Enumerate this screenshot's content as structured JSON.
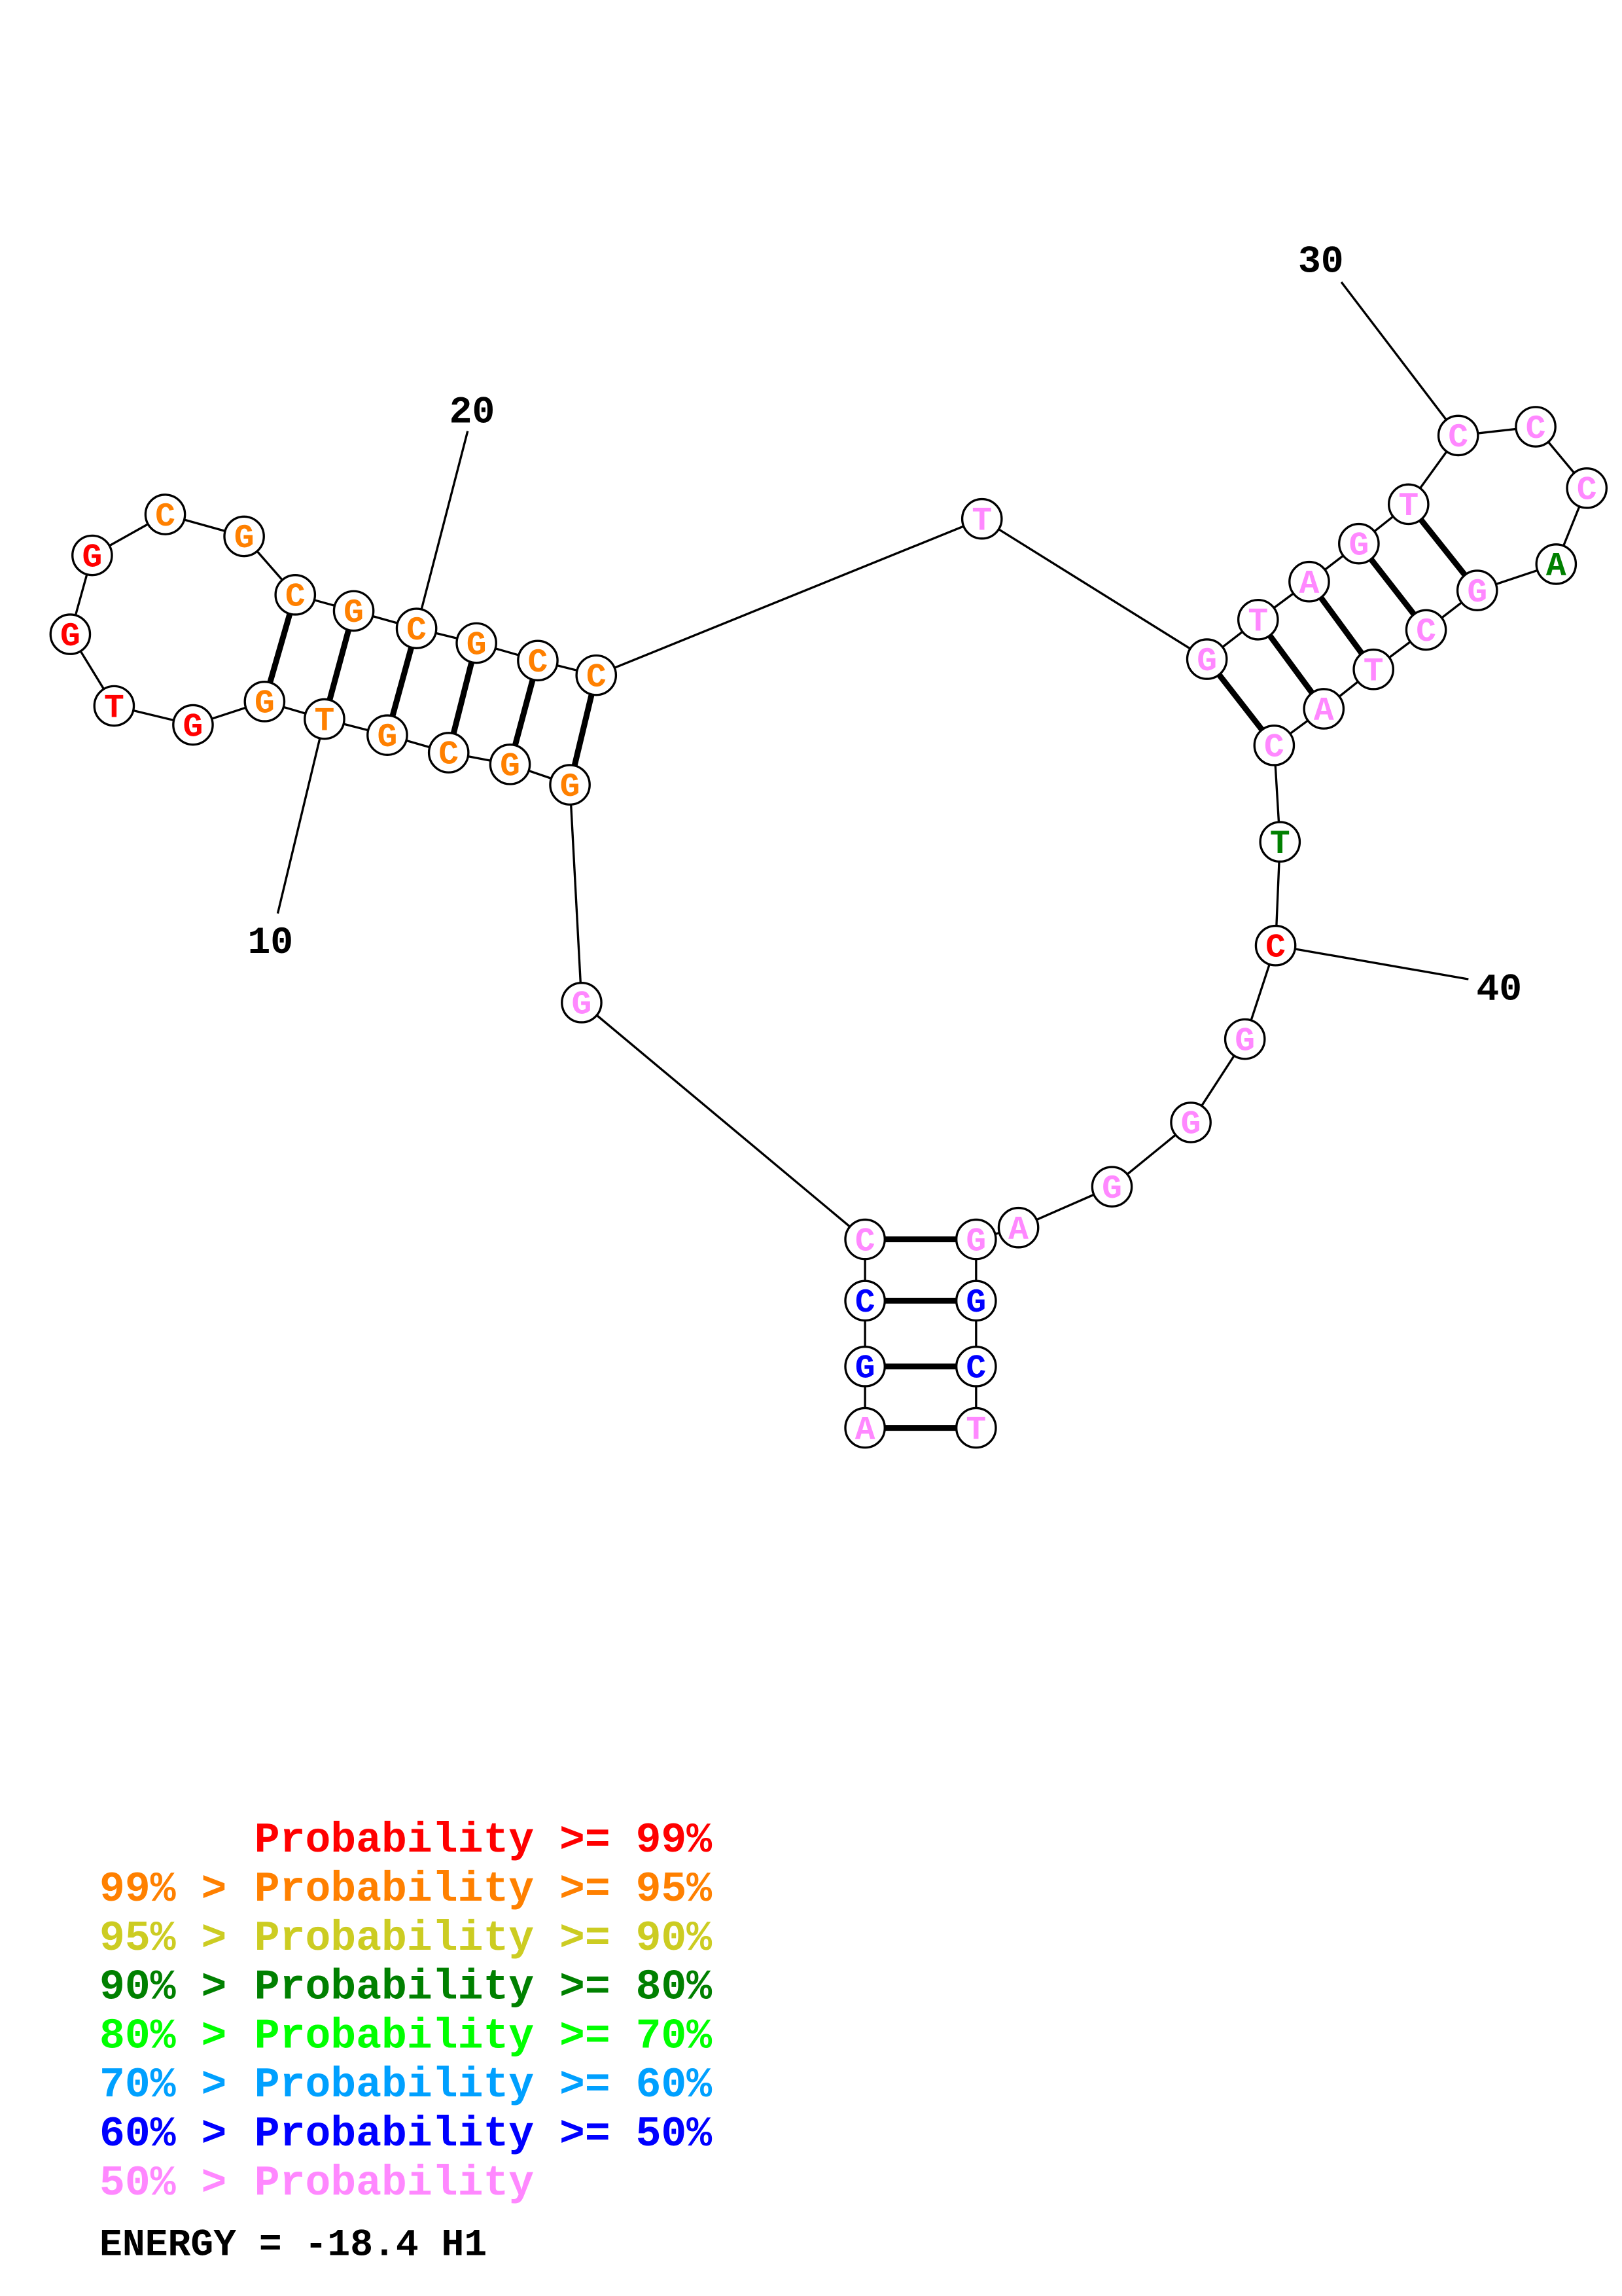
{
  "structure": {
    "sequence": "AGCCGGGCGTGGTGGCGCGCGCCTGTAGTCCCAGCTACTCGGGAGGCT",
    "base_categories": [
      "pink",
      "blue",
      "blue",
      "pink",
      "pink",
      "orange",
      "orange",
      "orange",
      "orange",
      "orange",
      "orange",
      "red",
      "red",
      "red",
      "red",
      "orange",
      "orange",
      "orange",
      "orange",
      "orange",
      "orange",
      "orange",
      "orange",
      "pink",
      "pink",
      "pink",
      "pink",
      "pink",
      "pink",
      "pink",
      "pink",
      "pink",
      "green",
      "pink",
      "pink",
      "pink",
      "pink",
      "pink",
      "green",
      "red",
      "pink",
      "pink",
      "pink",
      "pink",
      "pink",
      "blue",
      "blue",
      "pink"
    ],
    "pairs": [
      [
        1,
        48
      ],
      [
        2,
        47
      ],
      [
        3,
        46
      ],
      [
        4,
        45
      ],
      [
        6,
        23
      ],
      [
        7,
        22
      ],
      [
        8,
        21
      ],
      [
        9,
        20
      ],
      [
        10,
        19
      ],
      [
        11,
        18
      ],
      [
        25,
        38
      ],
      [
        26,
        37
      ],
      [
        27,
        36
      ],
      [
        28,
        35
      ],
      [
        29,
        34
      ]
    ],
    "position_labels": [
      {
        "index": 10,
        "text": "10"
      },
      {
        "index": 20,
        "text": "20"
      },
      {
        "index": 30,
        "text": "30"
      },
      {
        "index": 40,
        "text": "40"
      }
    ]
  },
  "colors": {
    "red": "#ff0000",
    "orange": "#ff8000",
    "yellow": "#cccc22",
    "green": "#008000",
    "lime": "#00ff00",
    "cyan": "#00a0ff",
    "blue": "#0000ff",
    "pink": "#ff88ff"
  },
  "legend": [
    {
      "prefix": "",
      "text": "Probability >= 99%",
      "color": "red"
    },
    {
      "prefix": "99% > ",
      "text": "Probability >= 95%",
      "color": "orange"
    },
    {
      "prefix": "95% > ",
      "text": "Probability >= 90%",
      "color": "yellow"
    },
    {
      "prefix": "90% > ",
      "text": "Probability >= 80%",
      "color": "green"
    },
    {
      "prefix": "80% > ",
      "text": "Probability >= 70%",
      "color": "lime"
    },
    {
      "prefix": "70% > ",
      "text": "Probability >= 60%",
      "color": "cyan"
    },
    {
      "prefix": "60% > ",
      "text": "Probability >= 50%",
      "color": "blue"
    },
    {
      "prefix": "50% > ",
      "text": "Probability",
      "color": "pink"
    }
  ],
  "energy": "ENERGY = -18.4  H1"
}
